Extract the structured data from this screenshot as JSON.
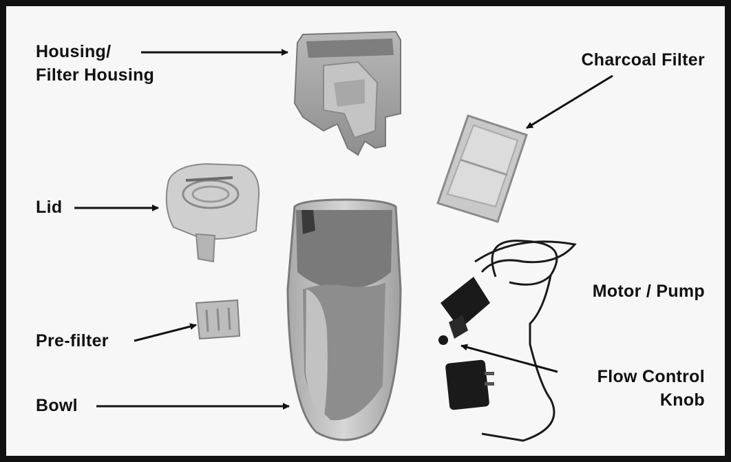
{
  "labels": {
    "housing_line1": "Housing/",
    "housing_line2": "Filter Housing",
    "charcoal_filter": "Charcoal Filter",
    "lid": "Lid",
    "motor_pump": "Motor / Pump",
    "pre_filter": "Pre-filter",
    "flow_control_line1": "Flow Control",
    "flow_control_line2": "Knob",
    "bowl": "Bowl"
  },
  "colors": {
    "frame": "#111111",
    "background": "#f7f7f7",
    "text": "#111111",
    "part_light": "#c9c9c9",
    "part_mid": "#9a9a9a",
    "part_dark": "#6f6f6f",
    "pump": "#1a1a1a"
  },
  "parts": [
    "filter-housing",
    "charcoal-filter",
    "lid",
    "bowl",
    "pre-filter",
    "motor-pump",
    "flow-control-knob",
    "power-adapter"
  ]
}
